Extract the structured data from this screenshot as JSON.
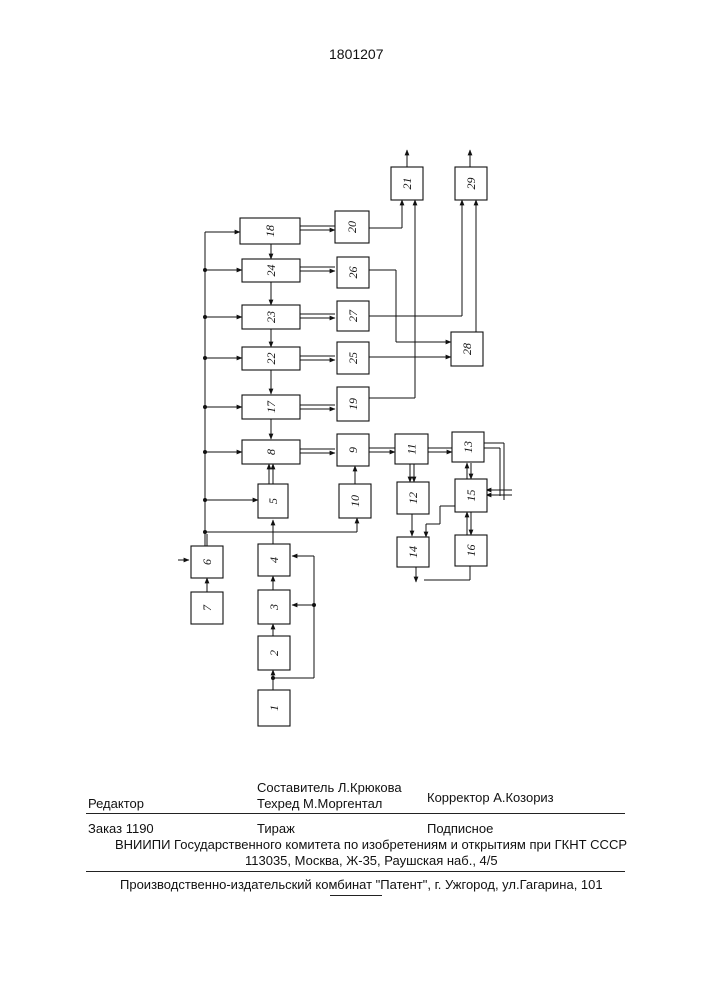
{
  "header": {
    "patent_number": "1801207"
  },
  "diagram": {
    "blocks": [
      {
        "id": "b1",
        "label": "1"
      },
      {
        "id": "b2",
        "label": "2"
      },
      {
        "id": "b3",
        "label": "3"
      },
      {
        "id": "b4",
        "label": "4"
      },
      {
        "id": "b5",
        "label": "5"
      },
      {
        "id": "b6",
        "label": "6"
      },
      {
        "id": "b7",
        "label": "7"
      },
      {
        "id": "b8",
        "label": "8"
      },
      {
        "id": "b9",
        "label": "9"
      },
      {
        "id": "b10",
        "label": "10"
      },
      {
        "id": "b11",
        "label": "11"
      },
      {
        "id": "b12",
        "label": "12"
      },
      {
        "id": "b13",
        "label": "13"
      },
      {
        "id": "b14",
        "label": "14"
      },
      {
        "id": "b15",
        "label": "15"
      },
      {
        "id": "b16",
        "label": "16"
      },
      {
        "id": "b17",
        "label": "17"
      },
      {
        "id": "b18",
        "label": "18"
      },
      {
        "id": "b19",
        "label": "19"
      },
      {
        "id": "b20",
        "label": "20"
      },
      {
        "id": "b21",
        "label": "21"
      },
      {
        "id": "b22",
        "label": "22"
      },
      {
        "id": "b23",
        "label": "23"
      },
      {
        "id": "b24",
        "label": "24"
      },
      {
        "id": "b25",
        "label": "25"
      },
      {
        "id": "b26",
        "label": "26"
      },
      {
        "id": "b27",
        "label": "27"
      },
      {
        "id": "b28",
        "label": "28"
      },
      {
        "id": "b29",
        "label": "29"
      }
    ]
  },
  "footer": {
    "editor_label": "Редактор",
    "compiler": "Составитель  Л.Крюкова",
    "techred": "Техред М.Моргентал",
    "corrector": "Корректор  А.Козориз",
    "order": "Заказ  1190",
    "circulation": "Тираж",
    "subscription": "Подписное",
    "vniipi": "ВНИИПИ Государственного комитета по изобретениям и открытиям при ГКНТ СССР",
    "address": "113035, Москва, Ж-35, Раушская наб., 4/5",
    "printer": "Производственно-издательский комбинат \"Патент\", г. Ужгород, ул.Гагарина, 101"
  }
}
